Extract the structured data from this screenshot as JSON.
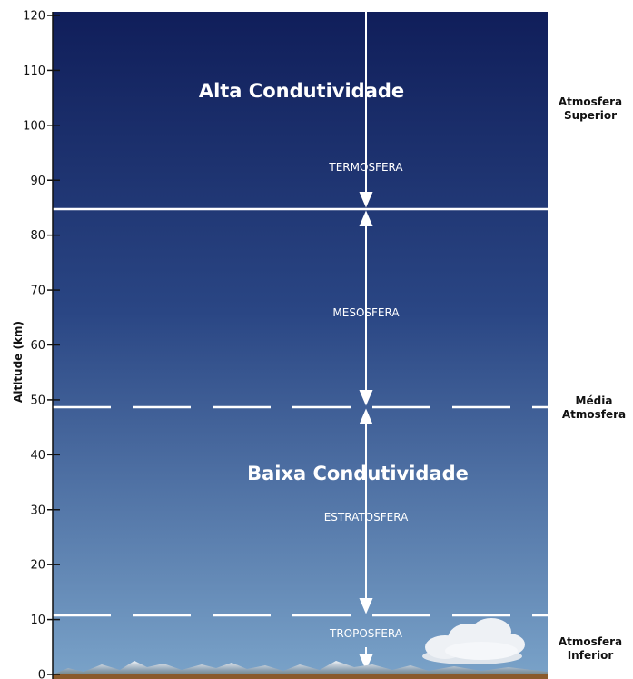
{
  "axis": {
    "title": "Altitude (km)",
    "ticks": [
      0,
      10,
      20,
      30,
      40,
      50,
      60,
      70,
      80,
      90,
      100,
      110,
      120
    ],
    "range": [
      0,
      120
    ]
  },
  "zones": {
    "high": "Alta Condutividade",
    "low": "Baixa Condutividade"
  },
  "layers": [
    {
      "label": "TERMOSFERA",
      "altitude": 90
    },
    {
      "label": "MESOSFERA",
      "altitude": 64
    },
    {
      "label": "ESTRATOSFERA",
      "altitude": 30
    },
    {
      "label": "TROPOSFERA",
      "altitude": 5
    }
  ],
  "boundaries": [
    {
      "altitude": 85,
      "style": "solid"
    },
    {
      "altitude": 49,
      "style": "dashed"
    },
    {
      "altitude": 11,
      "style": "dashed"
    }
  ],
  "regions": {
    "upper": {
      "line1": "Atmosfera",
      "line2": "Superior"
    },
    "middle": {
      "line1": "Média",
      "line2": "Atmosfera"
    },
    "lower": {
      "line1": "Atmosfera",
      "line2": "Inferior"
    }
  },
  "colors": {
    "sky_top": "#101e5a",
    "sky_bottom": "#7aa3c9",
    "lines": "#ffffff",
    "ground": "#8a5a2b"
  }
}
